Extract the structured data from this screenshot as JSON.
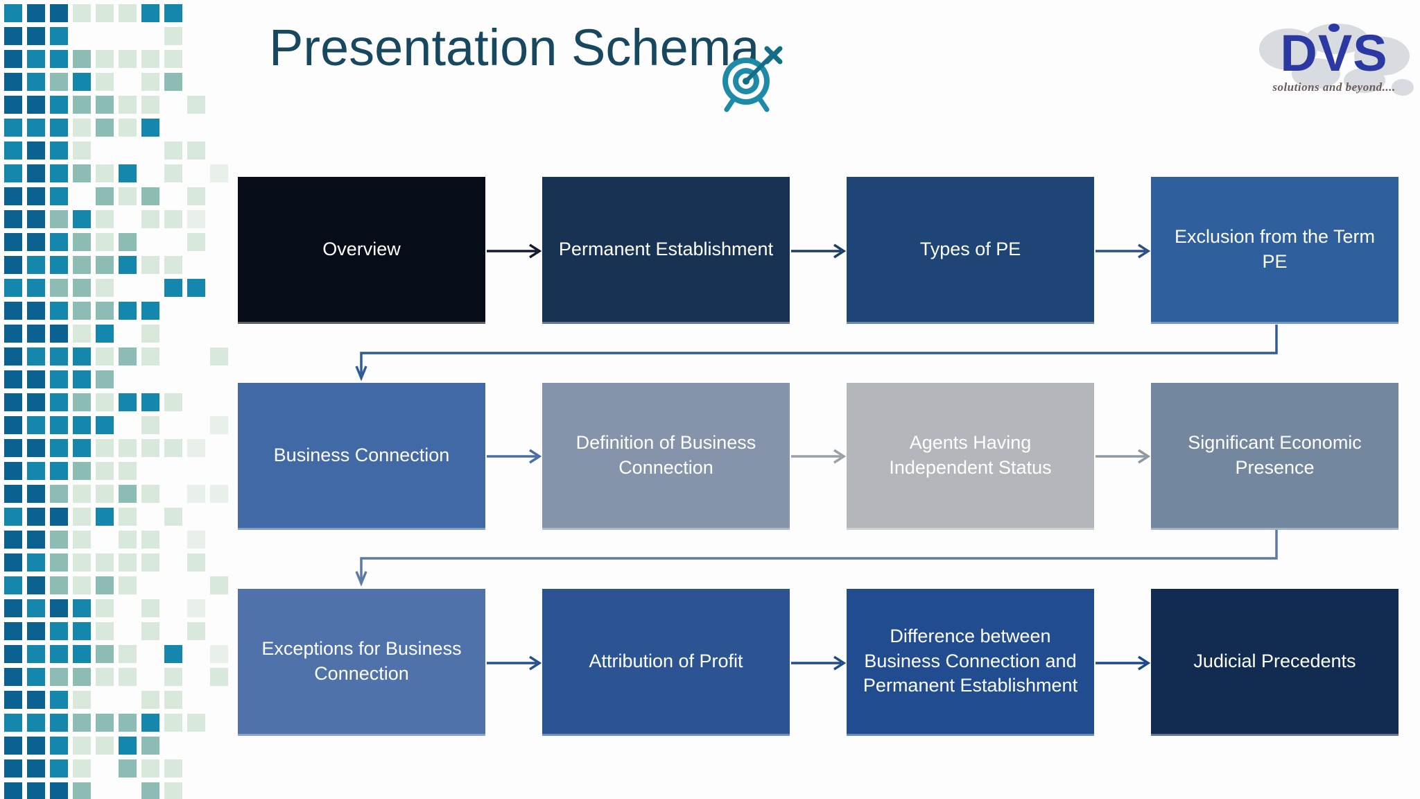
{
  "slide": {
    "title": "Presentation Schema",
    "background": "#fcfdfc",
    "title_color": "#18485f"
  },
  "logo": {
    "text": "DVS",
    "tagline": "solutions and beyond....",
    "text_color": "#2b3aa2",
    "tagline_color": "#6b5a5c",
    "map_color": "#d2d6da"
  },
  "icons": {
    "target_icon_color": "#1d8aa8",
    "target_icon_dark": "#136d86"
  },
  "mosaic": {
    "palette": {
      "dark": "#0b6190",
      "teal": "#1587ac",
      "sage": "#8cbcb4",
      "pale": "#d8e9dc",
      "faint": "#e7f1e9"
    }
  },
  "diagram": {
    "rows": [
      [
        {
          "label": "Overview",
          "bg": "#070d18"
        },
        {
          "label": "Permanent Establishment",
          "bg": "#173253"
        },
        {
          "label": "Types of PE",
          "bg": "#1e4576"
        },
        {
          "label": "Exclusion from the Term PE",
          "bg": "#2f5f9c"
        }
      ],
      [
        {
          "label": "Business Connection",
          "bg": "#4169a6"
        },
        {
          "label": "Definition of Business Connection",
          "bg": "#8594ab"
        },
        {
          "label": "Agents Having Independent Status",
          "bg": "#b3b6ba"
        },
        {
          "label": "Significant Economic Presence",
          "bg": "#73879e"
        }
      ],
      [
        {
          "label": "Exceptions for Business Connection",
          "bg": "#4e72a9"
        },
        {
          "label": "Attribution of Profit",
          "bg": "#2d5492"
        },
        {
          "label": "Difference between Business Connection and Permanent Establishment",
          "bg": "#214d90"
        },
        {
          "label": "Judicial Precedents",
          "bg": "#122b50"
        }
      ]
    ],
    "arrows": {
      "r1": [
        "#141b2e",
        "#1c3d66",
        "#2a5183"
      ],
      "r2": [
        "#4a6da6",
        "#9aa0a8",
        "#8e99a6"
      ],
      "r3": [
        "#23508e",
        "#1f4c8c",
        "#1a478a"
      ],
      "wrap1": "#2e5c98",
      "wrap2": "#5d7aa4"
    }
  }
}
